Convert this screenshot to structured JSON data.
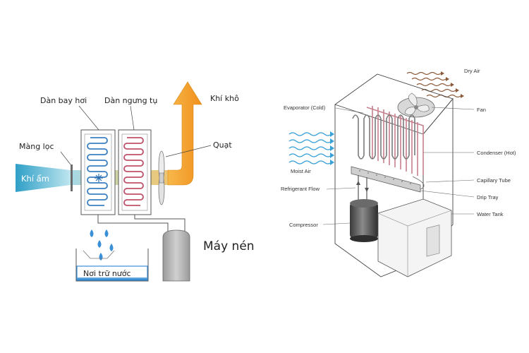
{
  "left_diagram": {
    "labels": {
      "evaporator": "Dàn bay hơi",
      "condenser": "Dàn ngưng tụ",
      "dry_air": "Khí khô",
      "filter": "Màng lọc",
      "fan": "Quạt",
      "moist_air": "Khí ẩm",
      "compressor": "Máy nén",
      "water_storage": "Nơi trữ nước"
    }
  },
  "right_diagram": {
    "labels": {
      "dry_air": "Dry Air",
      "evaporator": "Evaporator (Cold)",
      "fan": "Fan",
      "condenser": "Condenser (Hot)",
      "moist_air": "Moist Air",
      "capillary_tube": "Capillary Tube",
      "refrigerant_flow": "Refrigerant Flow",
      "drip_tray": "Drip Tray",
      "water_tank": "Water Tank",
      "compressor": "Compressor"
    }
  },
  "colors": {
    "moist_air": "#3fa7c8",
    "dry_air_arrow": "#f4a62a",
    "evaporator_coil": "#3a7fc0",
    "condenser_coil": "#c0506a",
    "water": "#3a8fd6",
    "compressor": "#b9b9b9"
  }
}
